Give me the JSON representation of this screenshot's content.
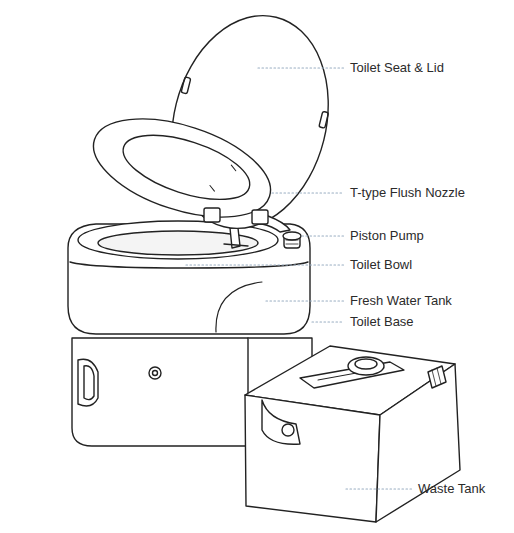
{
  "diagram": {
    "labels": [
      "Toilet Seat & Lid",
      "T-type Flush Nozzle",
      "Piston Pump",
      "Toilet Bowl",
      "Fresh Water Tank",
      "Toilet Base",
      "Waste Tank"
    ]
  }
}
